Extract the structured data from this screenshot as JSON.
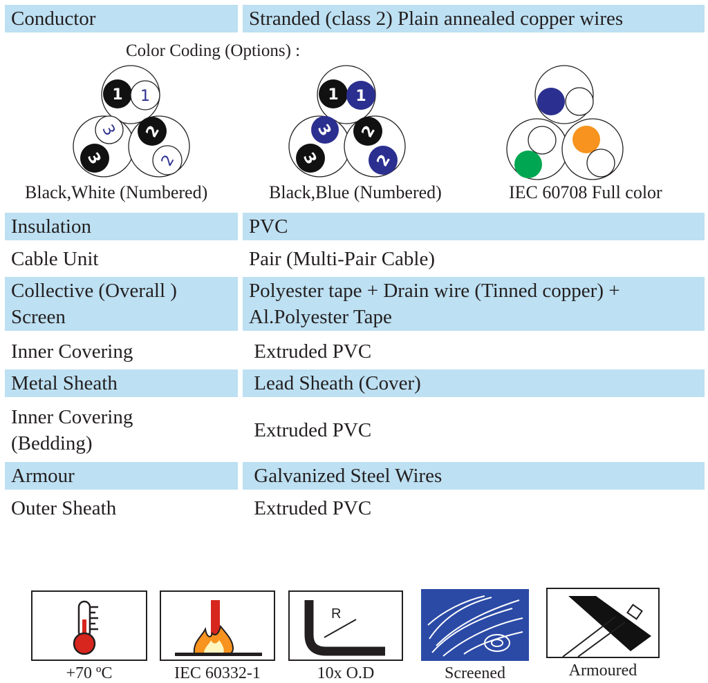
{
  "colors": {
    "row_blue": "#bde0f2",
    "text": "#231f20",
    "core_blue": "#2b2f8f",
    "orange": "#f7931e",
    "green": "#00a651"
  },
  "conductor": {
    "label": "Conductor",
    "value": "Stranded (class 2) Plain annealed copper wires"
  },
  "color_coding": {
    "title": "Color Coding (Options) :",
    "options": [
      {
        "label": "Black,White (Numbered)",
        "numbers": [
          "1",
          "1",
          "2",
          "2",
          "3",
          "3"
        ]
      },
      {
        "label": "Black,Blue (Numbered)",
        "numbers": [
          "1",
          "1",
          "2",
          "2",
          "3",
          "3"
        ]
      },
      {
        "label": "IEC 60708 Full color"
      }
    ]
  },
  "specs": [
    {
      "label": "Insulation",
      "value": "PVC"
    },
    {
      "label": "Cable Unit",
      "value": "Pair (Multi-Pair Cable)"
    },
    {
      "label": "Collective (Overall )",
      "label2": "Screen",
      "value": "Polyester tape + Drain wire (Tinned copper) +",
      "value2": "Al.Polyester Tape"
    },
    {
      "label": "Inner Covering",
      "value": " Extruded PVC"
    },
    {
      "label": "Metal Sheath",
      "value": " Lead Sheath (Cover)"
    },
    {
      "label": "Inner Covering",
      "label2": "(Bedding)",
      "value": " Extruded PVC"
    },
    {
      "label": "Armour",
      "value": " Galvanized Steel Wires"
    },
    {
      "label": "Outer Sheath",
      "value": " Extruded PVC"
    }
  ],
  "icons": [
    {
      "name": "thermometer-icon",
      "label": "+70 ºC"
    },
    {
      "name": "flame-icon",
      "label": "IEC 60332-1"
    },
    {
      "name": "bend-radius-icon",
      "label": "10x O.D",
      "glyph": "R"
    },
    {
      "name": "screened-icon",
      "label": "Screened"
    },
    {
      "name": "armoured-icon",
      "label": "Armoured"
    }
  ]
}
